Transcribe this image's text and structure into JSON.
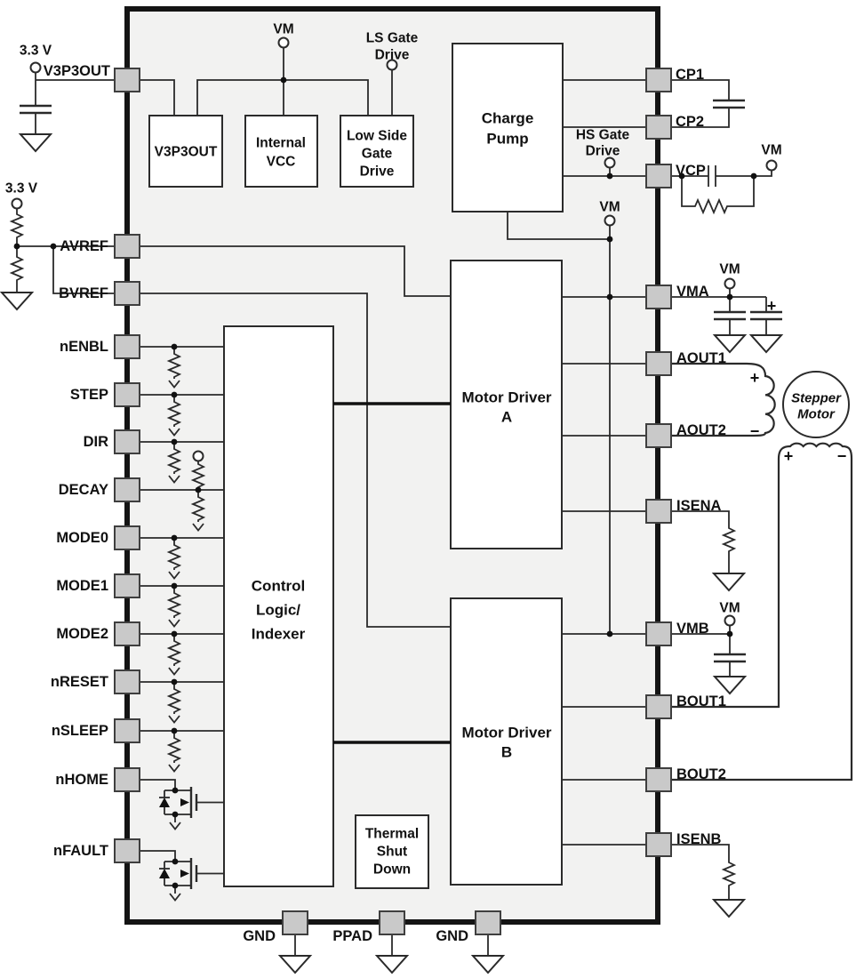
{
  "title": "Stepper motor driver functional block diagram",
  "pins": {
    "left": [
      "V3P3OUT",
      "AVREF",
      "BVREF",
      "nENBL",
      "STEP",
      "DIR",
      "DECAY",
      "MODE0",
      "MODE1",
      "MODE2",
      "nRESET",
      "nSLEEP",
      "nHOME",
      "nFAULT"
    ],
    "right": [
      "CP1",
      "CP2",
      "VCP",
      "VMA",
      "AOUT1",
      "AOUT2",
      "ISENA",
      "VMB",
      "BOUT1",
      "BOUT2",
      "ISENB"
    ],
    "bottom": [
      "GND",
      "PPAD",
      "GND"
    ]
  },
  "blocks": {
    "v3p3out": [
      "V3P3OUT"
    ],
    "internal_vcc": [
      "Internal",
      "VCC"
    ],
    "low_side_gate_drive": [
      "Low Side",
      "Gate",
      "Drive"
    ],
    "charge_pump": [
      "Charge",
      "Pump"
    ],
    "control_logic": [
      "Control",
      "Logic/",
      "Indexer"
    ],
    "motor_driver_a": [
      "Motor Driver",
      "A"
    ],
    "motor_driver_b": [
      "Motor Driver",
      "B"
    ],
    "thermal_shutdown": [
      "Thermal",
      "Shut",
      "Down"
    ],
    "stepper_motor": [
      "Stepper",
      "Motor"
    ]
  },
  "terminals": {
    "supply_3v3": "3.3 V",
    "vm": "VM",
    "ls_gate_drive": [
      "LS Gate",
      "Drive"
    ],
    "hs_gate_drive": [
      "HS Gate",
      "Drive"
    ]
  },
  "signs": {
    "plus": "+",
    "minus": "−"
  },
  "colors": {
    "chip_fill": "#f2f2f1",
    "pin_fill": "#c9c9c9",
    "line": "#2a2a2a",
    "text": "#111111"
  }
}
